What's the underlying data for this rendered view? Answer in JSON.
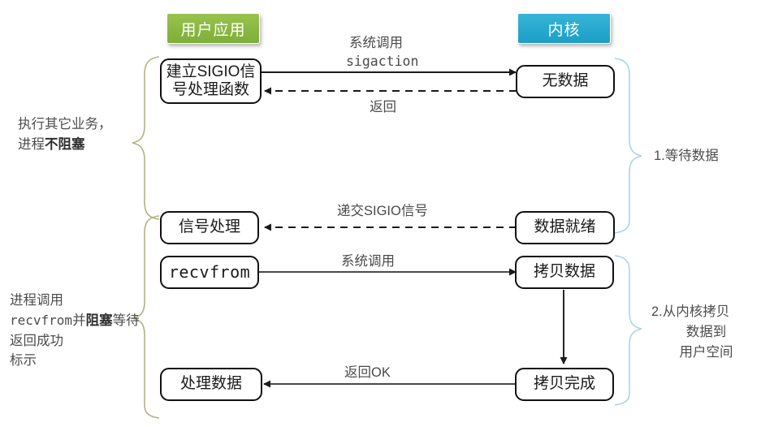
{
  "diagram": {
    "title_columns": {
      "user_app": "用户应用",
      "kernel": "内核"
    },
    "colors": {
      "user_header_bg": "#8bb843",
      "kernel_header_bg": "#28a9cf",
      "left_brace": "#b3b280",
      "right_brace": "#a9d5e3",
      "node_border": "#111111",
      "arrow": "#1a1a1a",
      "label_text": "#4a4a4a"
    },
    "nodes": [
      {
        "id": "setup-sigio",
        "label": "建立SIGIO信\n号处理函数",
        "mono": false
      },
      {
        "id": "no-data",
        "label": "无数据",
        "mono": false
      },
      {
        "id": "signal-handle",
        "label": "信号处理",
        "mono": false
      },
      {
        "id": "data-ready",
        "label": "数据就绪",
        "mono": false
      },
      {
        "id": "recvfrom",
        "label": "recvfrom",
        "mono": true
      },
      {
        "id": "copy-data",
        "label": "拷贝数据",
        "mono": false
      },
      {
        "id": "process-data",
        "label": "处理数据",
        "mono": false
      },
      {
        "id": "copy-done",
        "label": "拷贝完成",
        "mono": false
      }
    ],
    "arrow_labels": {
      "syscall_sigaction_line1": "系统调用",
      "syscall_sigaction_line2": "sigaction",
      "return": "返回",
      "deliver_sigio": "递交SIGIO信号",
      "syscall": "系统调用",
      "return_ok": "返回OK"
    },
    "side_labels": {
      "left_top_line1": "执行其它业务，",
      "left_top_line2_prefix": "进程",
      "left_top_line2_bold": "不阻塞",
      "left_bottom_line1": "进程调用",
      "left_bottom_mono": "recvfrom",
      "left_bottom_suffix1": "并",
      "left_bottom_bold": "阻塞",
      "left_bottom_suffix2": "等待返回成功",
      "left_bottom_line3": "标示",
      "right_top": "1.等待数据",
      "right_bottom_line1": "2.从内核拷贝",
      "right_bottom_line2": "数据到",
      "right_bottom_line3": "用户空间"
    }
  }
}
